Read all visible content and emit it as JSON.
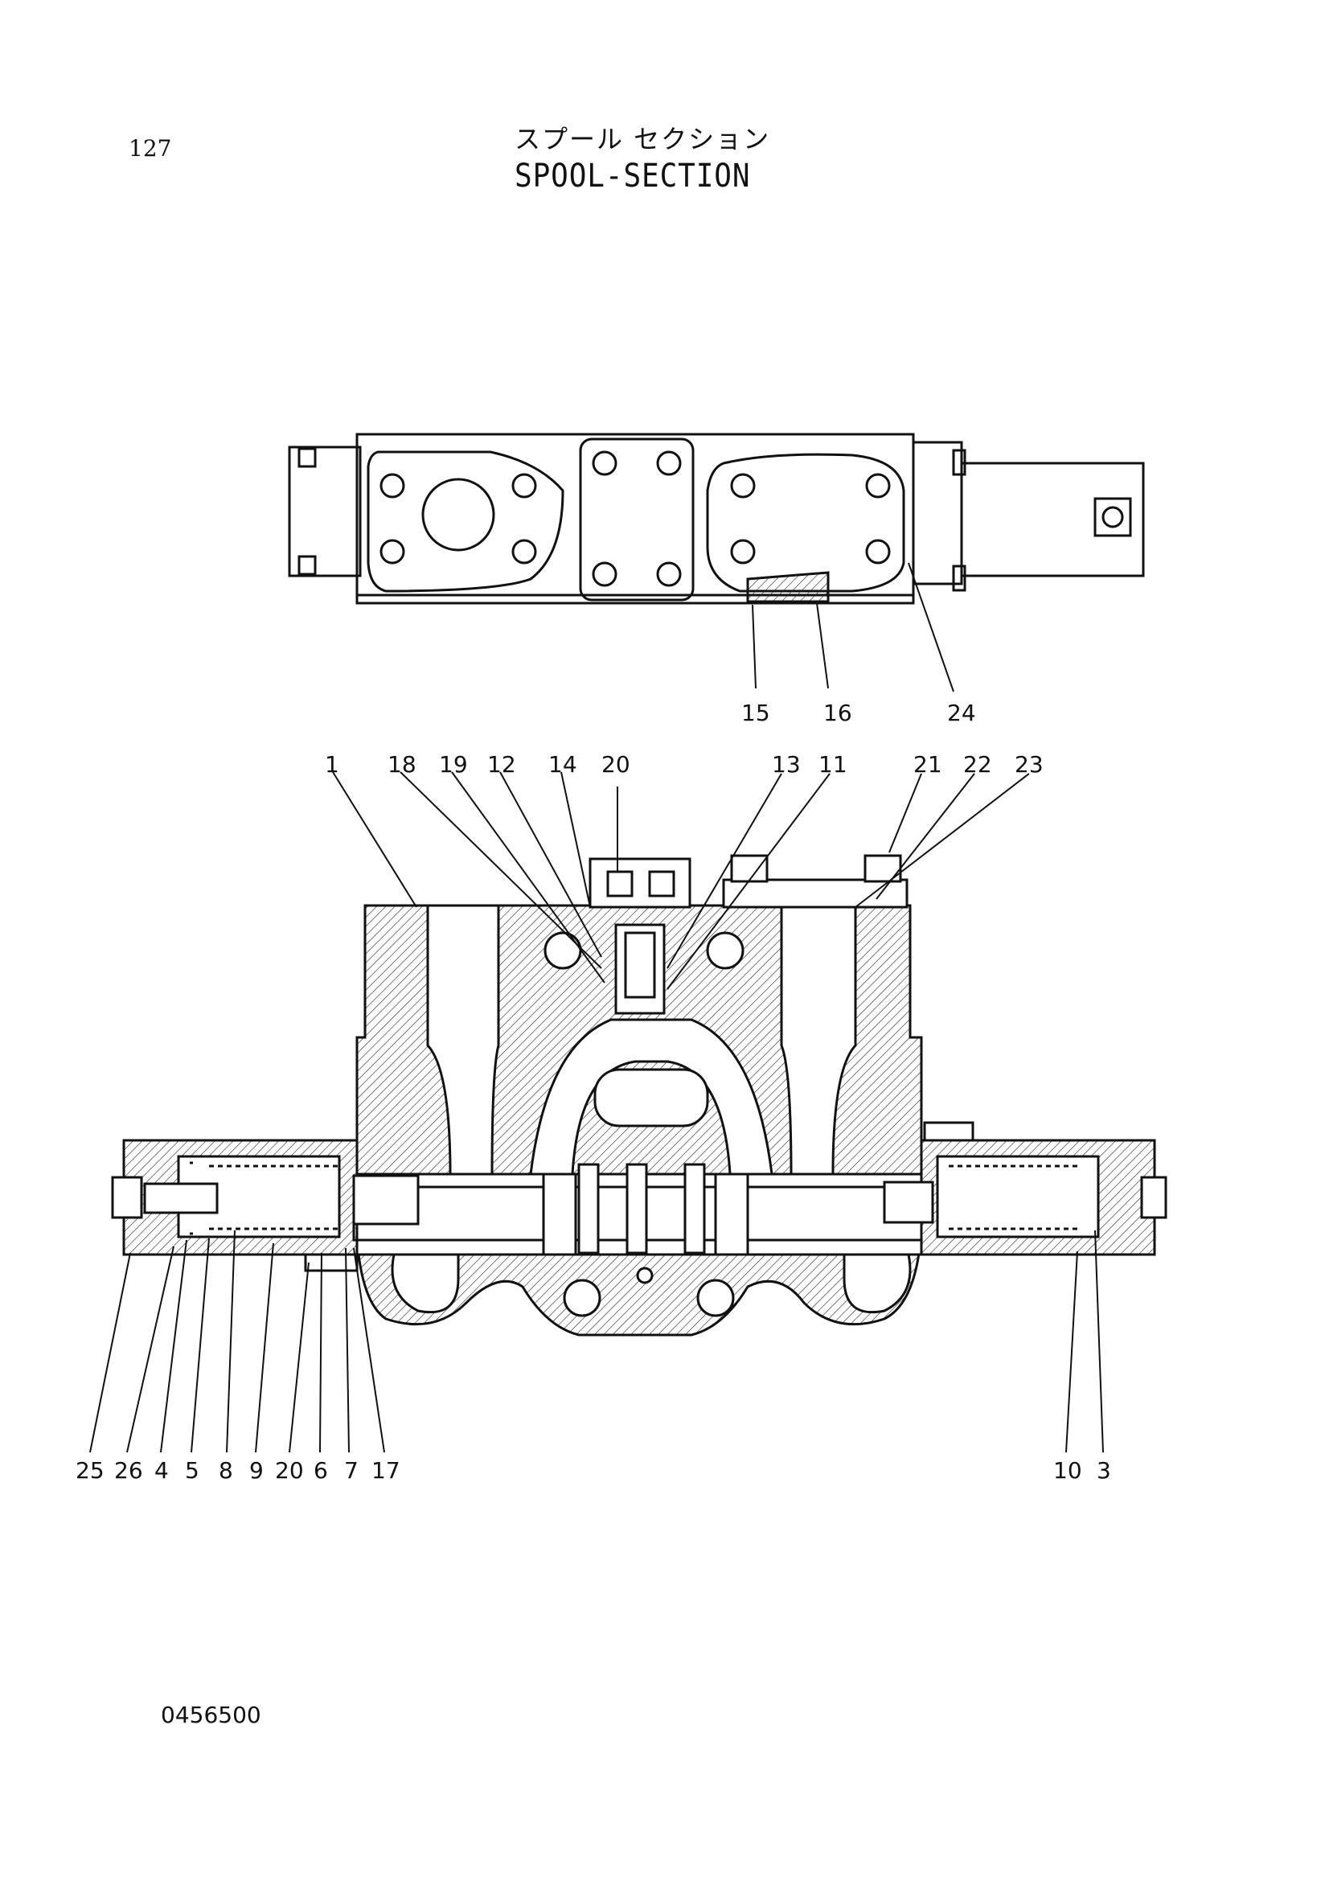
{
  "page": {
    "number": "127",
    "title_jp": "スプール セクション",
    "title_en": "SPOOL-SECTION",
    "doc_code": "0456500"
  },
  "top_view_callouts": [
    "15",
    "16",
    "24"
  ],
  "section_top_callouts": [
    "1",
    "18",
    "19",
    "12",
    "14",
    "20",
    "13",
    "11",
    "21",
    "22",
    "23"
  ],
  "section_bottom_left_callouts": [
    "25",
    "26",
    "4",
    "5",
    "8",
    "9",
    "20",
    "6",
    "7",
    "17"
  ],
  "section_bottom_right_callouts": [
    "10",
    "3"
  ]
}
